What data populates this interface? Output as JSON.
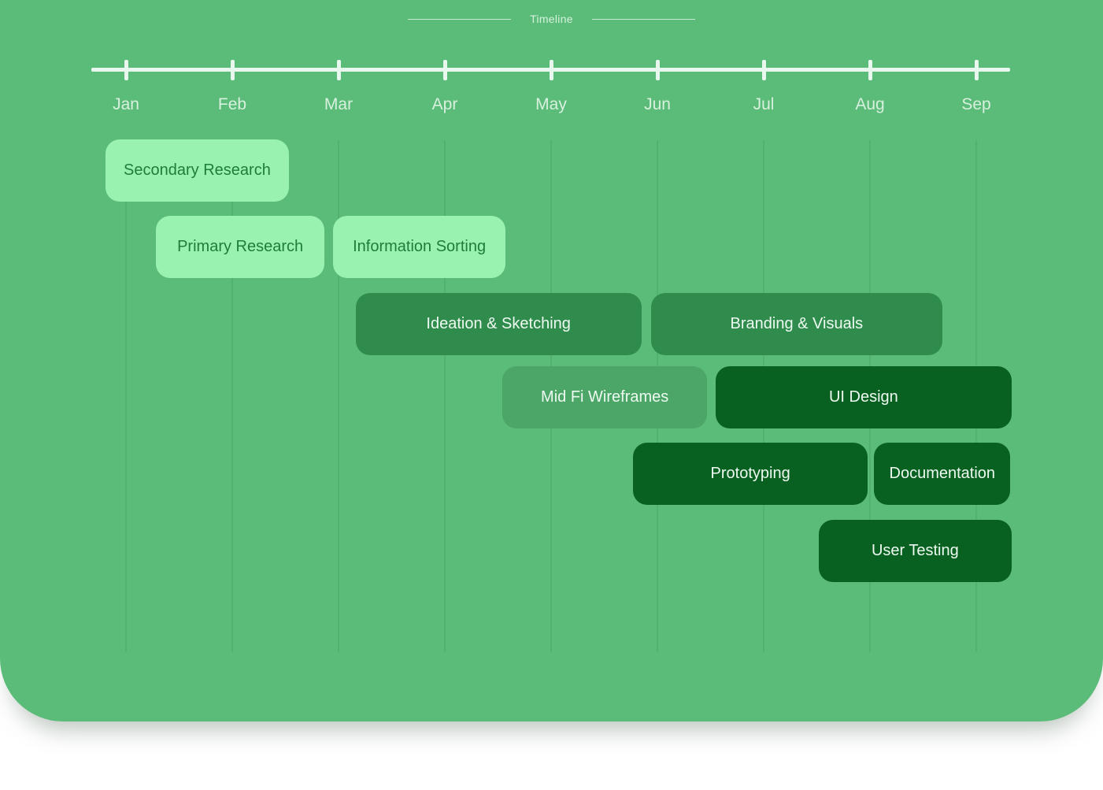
{
  "title": {
    "label": "Timeline"
  },
  "colors": {
    "panel_background": "#5abc78",
    "axis": "#e9f8ee",
    "month_label_text": "#d8f0de",
    "bar_light": "#9af2b1",
    "bar_medium": "#2f8c4d",
    "bar_medium_light": "#4ba667",
    "bar_dark": "#096121",
    "text_on_light": "#1e7d3b",
    "text_on_dark": "#eefaf1"
  },
  "chart_data": {
    "type": "gantt",
    "title": "Timeline",
    "x_axis": {
      "tick_labels": [
        "Jan",
        "Feb",
        "Mar",
        "Apr",
        "May",
        "Jun",
        "Jul",
        "Aug",
        "Sep"
      ],
      "grid": true
    },
    "tasks": [
      {
        "label": "Secondary Research",
        "row": 0,
        "start_month": -0.19,
        "end_month": 1.53,
        "tier": "light"
      },
      {
        "label": "Primary Research",
        "row": 1,
        "start_month": 0.28,
        "end_month": 1.87,
        "tier": "light"
      },
      {
        "label": "Information Sorting",
        "row": 1,
        "start_month": 1.95,
        "end_month": 3.57,
        "tier": "light"
      },
      {
        "label": "Ideation & Sketching",
        "row": 2,
        "start_month": 2.16,
        "end_month": 4.85,
        "tier": "medium"
      },
      {
        "label": "Branding & Visuals",
        "row": 2,
        "start_month": 4.94,
        "end_month": 7.68,
        "tier": "medium"
      },
      {
        "label": "Mid Fi Wireframes",
        "row": 3,
        "start_month": 3.54,
        "end_month": 5.47,
        "tier": "medium_light"
      },
      {
        "label": "UI Design",
        "row": 3,
        "start_month": 5.55,
        "end_month": 8.33,
        "tier": "dark"
      },
      {
        "label": "Prototyping",
        "row": 4,
        "start_month": 4.77,
        "end_month": 6.98,
        "tier": "dark"
      },
      {
        "label": "Documentation",
        "row": 4,
        "start_month": 7.04,
        "end_month": 8.32,
        "tier": "dark"
      },
      {
        "label": "User Testing",
        "row": 5,
        "start_month": 6.52,
        "end_month": 8.33,
        "tier": "dark"
      }
    ]
  }
}
